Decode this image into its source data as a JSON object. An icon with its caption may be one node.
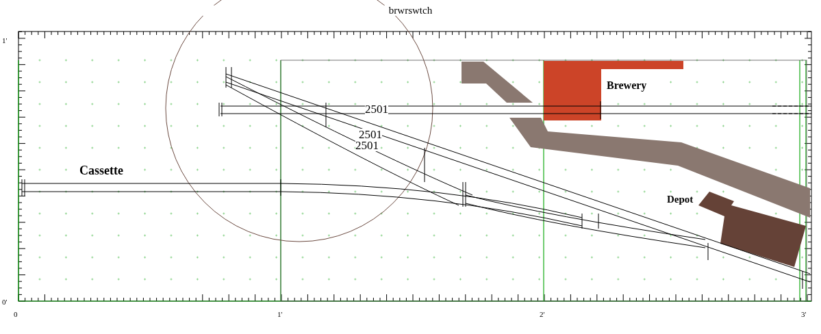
{
  "diagram": {
    "title": "brwrswtch",
    "labels": [
      "1'",
      "0'",
      "2501",
      "Brewery",
      "2501",
      "2501",
      "Cassette",
      "Depot",
      "0",
      "1'",
      "2'",
      "3'"
    ]
  }
}
